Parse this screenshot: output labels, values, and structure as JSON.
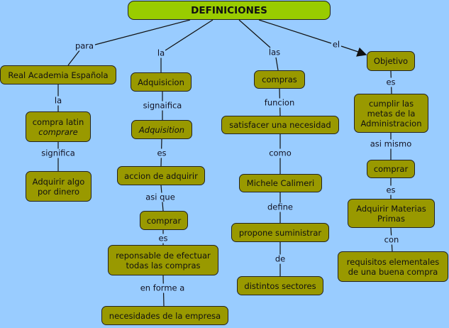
{
  "colors": {
    "background": "#99ccff",
    "root": "#99cc00",
    "node": "#999900"
  },
  "root": "DEFINICIONES",
  "nodes": {
    "rae": "Real Academia Española",
    "compra_latin_1": "compra latin",
    "compra_latin_2": "comprare",
    "adquirir_algo": "Adquirir algo por dinero",
    "adquisicion": "Adquisicion",
    "adquisition": "Adquisition",
    "accion": "accion de adquirir",
    "comprar_1": "comprar",
    "reponsable": "reponsable de efectuar todas las compras",
    "necesidades": "necesidades de la empresa",
    "compras": "compras",
    "satisfacer": "satisfacer una necesidad",
    "michele": "Michele Calimeri",
    "propone": "propone suministrar",
    "distintos": "distintos sectores",
    "objetivo": "Objetivo",
    "cumplir": "cumplir las metas de la Administracion",
    "comprar_2": "comprar",
    "materias": "Adquirir Materias Primas",
    "requisitos": "requisitos elementales de una buena compra"
  },
  "links": {
    "para": "para",
    "la_1": "la",
    "las": "las",
    "el": "el",
    "la_2": "la",
    "significa": "significa",
    "signaifica": "signaifica",
    "es_1": "es",
    "asi_que": "asi que",
    "es_2": "es",
    "en_forme_a": "en forme a",
    "funcion": "funcion",
    "como": "como",
    "define": "define",
    "de": "de",
    "es_3": "es",
    "asi_mismo": "asi mismo",
    "es_4": "es",
    "con": "con"
  }
}
